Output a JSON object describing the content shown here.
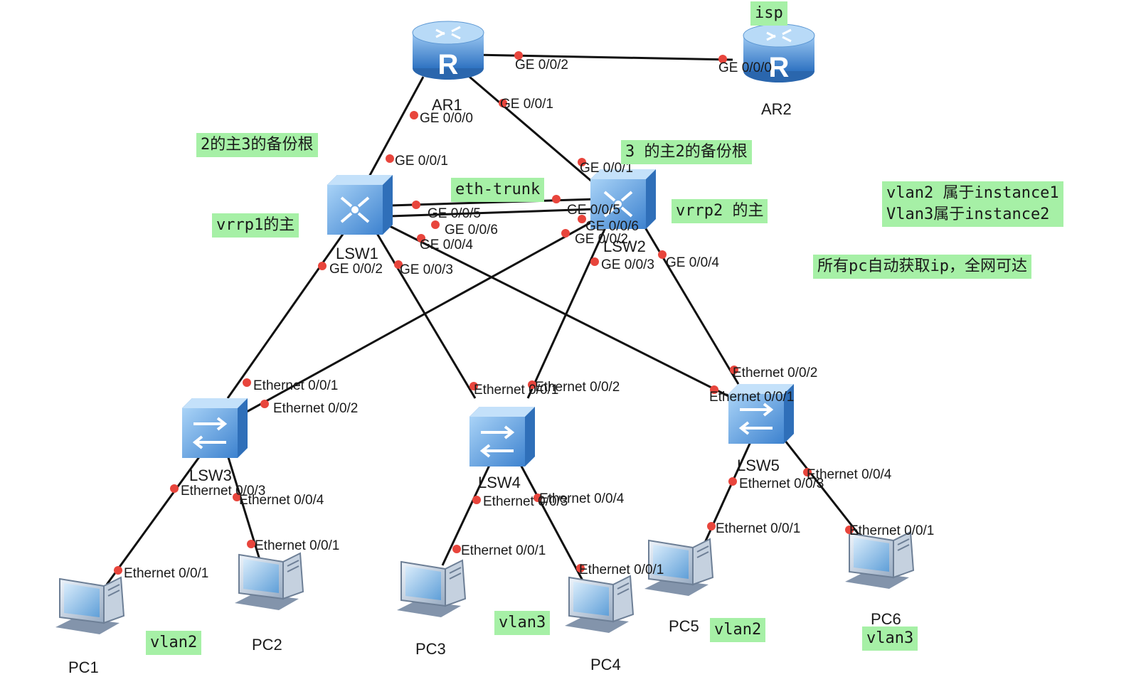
{
  "devices": {
    "ar1": "AR1",
    "ar2": "AR2",
    "lsw1": "LSW1",
    "lsw2": "LSW2",
    "lsw3": "LSW3",
    "lsw4": "LSW4",
    "lsw5": "LSW5",
    "pc1": "PC1",
    "pc2": "PC2",
    "pc3": "PC3",
    "pc4": "PC4",
    "pc5": "PC5",
    "pc6": "PC6"
  },
  "ports": {
    "ar1_ge002": "GE 0/0/2",
    "ar2_ge000": "GE 0/0/0",
    "ar1_ge001": "GE 0/0/1",
    "ar1_ge000": "GE 0/0/0",
    "lsw1_ge001": "GE 0/0/1",
    "lsw2_ge001": "GE 0/0/1",
    "lsw1_ge005": "GE 0/0/5",
    "lsw1_ge006": "GE 0/0/6",
    "lsw1_ge004": "GE 0/0/4",
    "lsw2_ge005": "GE 0/0/5",
    "lsw2_ge006": "GE 0/0/6",
    "lsw2_ge002": "GE 0/0/2",
    "lsw1_ge002": "GE 0/0/2",
    "lsw1_ge003": "GE 0/0/3",
    "lsw2_ge003": "GE 0/0/3",
    "lsw2_ge004": "GE 0/0/4",
    "lsw3_e001": "Ethernet 0/0/1",
    "lsw3_e002": "Ethernet 0/0/2",
    "lsw4_e001": "Ethernet 0/0/1",
    "lsw4_e002": "Ethernet 0/0/2",
    "lsw5_e002": "Ethernet 0/0/2",
    "lsw5_e001": "Ethernet 0/0/1",
    "lsw3_e003": "Ethernet 0/0/3",
    "lsw3_e004": "Ethernet 0/0/4",
    "lsw4_e003": "Ethernet 0/0/3",
    "lsw4_e004": "Ethernet 0/0/4",
    "lsw5_e003": "Ethernet 0/0/3",
    "lsw5_e004": "Ethernet 0/0/4",
    "pc1_e001": "Ethernet 0/0/1",
    "pc2_e001": "Ethernet 0/0/1",
    "pc3_e001": "Ethernet 0/0/1",
    "pc4_e001": "Ethernet 0/0/1",
    "pc5_e001": "Ethernet 0/0/1",
    "pc6_e001": "Ethernet 0/0/1"
  },
  "notes": {
    "isp": "isp",
    "lsw1_root": "2的主3的备份根",
    "lsw2_root": "3 的主2的备份根",
    "eth_trunk": "eth-trunk",
    "vrrp1": "vrrp1的主",
    "vrrp2": "vrrp2 的主",
    "instance_line1": "vlan2 属于instance1",
    "instance_line2": "Vlan3属于instance2",
    "pc_dhcp": "所有pc自动获取ip，全网可达",
    "vlan_pc1": "vlan2",
    "vlan_pc3": "vlan3",
    "vlan_pc5": "vlan2",
    "vlan_pc6": "vlan3"
  },
  "colors": {
    "link": "#111111",
    "port_dot": "#e8453c",
    "note_bg": "#a6f0a6",
    "device_blue": "#4a90d9"
  }
}
